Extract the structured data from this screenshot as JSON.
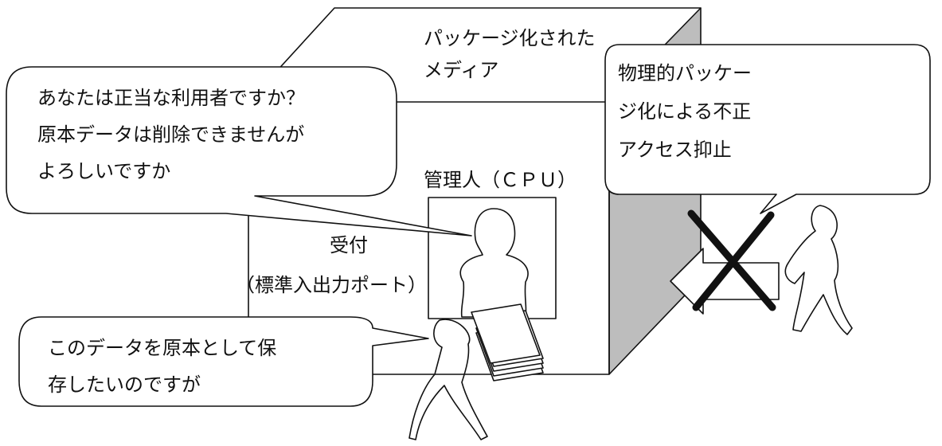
{
  "media_label": [
    "パッケージ化された",
    "メディア"
  ],
  "guard_bubble": [
    "物理的パッケー",
    "ジ化による不正",
    "アクセス抑止"
  ],
  "admin_bubble": [
    "あなたは正当な利用者ですか？",
    "原本データは削除できませんが",
    "よろしいですか"
  ],
  "admin_label": "管理人（ＣＰＵ）",
  "reception_label": "受付",
  "port_label": "（標準入出力ポート）",
  "user_bubble": [
    "このデータを原本として保",
    "存したいのですが"
  ],
  "icons": [
    "media-box-icon",
    "administrator-figure-icon",
    "user-figure-icon",
    "intruder-figure-icon",
    "blocked-arrow-icon",
    "cross-mark-icon",
    "document-stack-icon"
  ]
}
